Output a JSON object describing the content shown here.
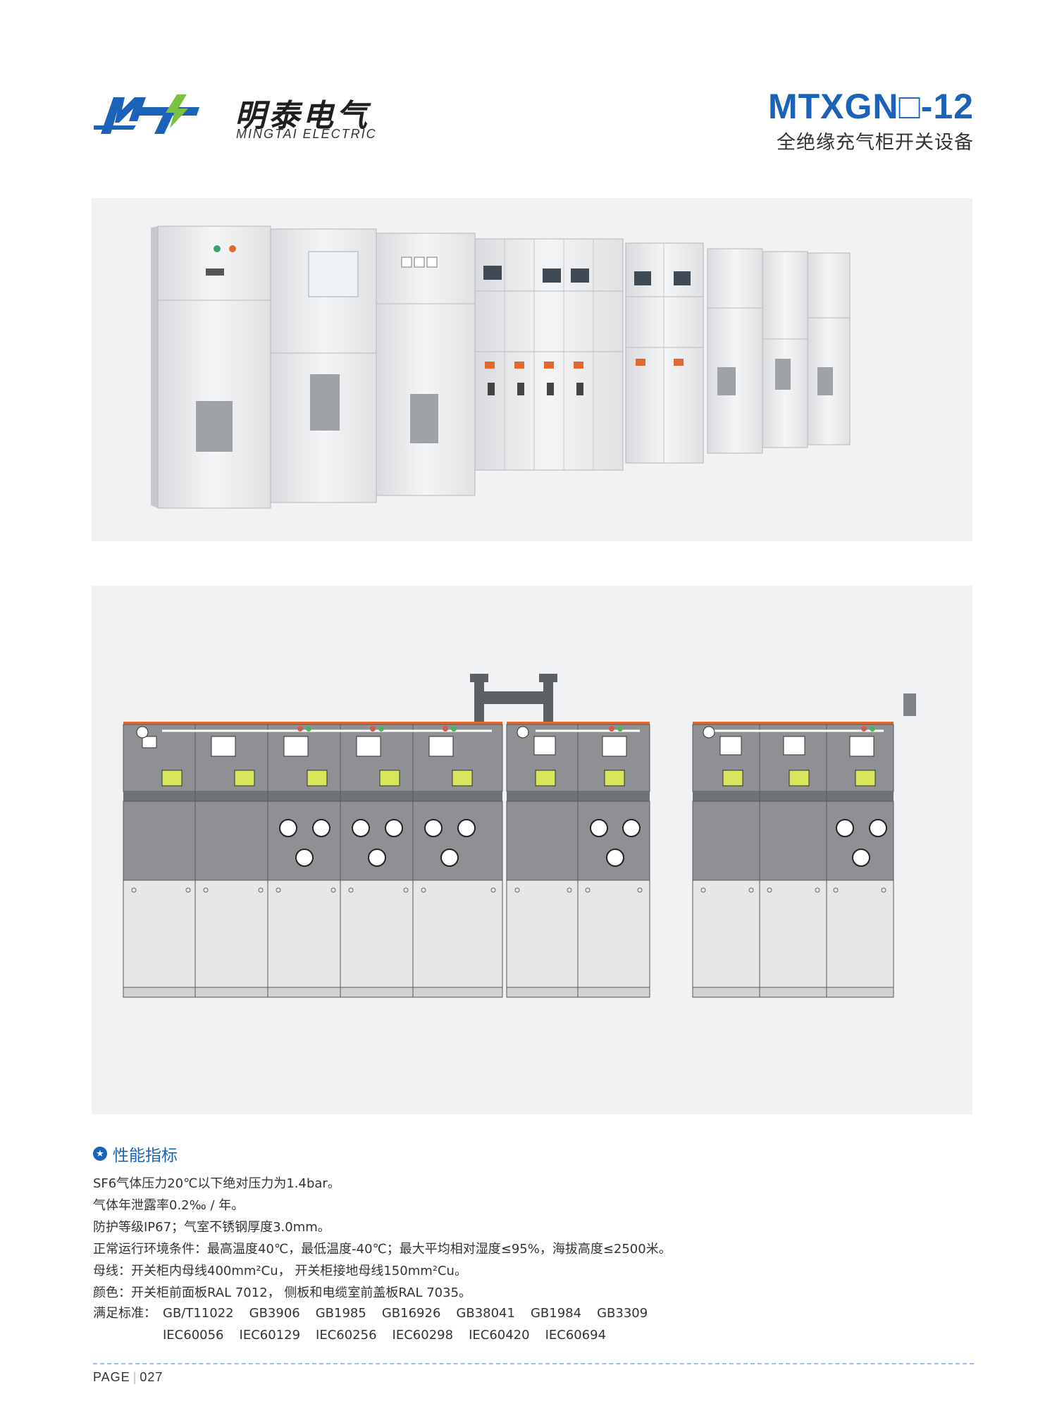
{
  "header": {
    "brand_cn": "明泰电气",
    "brand_en": "MINGTAI ELECTRIC",
    "model": "MTXGN□-12",
    "subtitle": "全绝缘充气柜开关设备"
  },
  "colors": {
    "brand_blue": "#1b63b8",
    "logo_green": "#7cc242",
    "panel_bg": "#f1f2f3",
    "cabinet_gray": "#8e9093",
    "cabinet_light": "#e6e7e9",
    "accent_orange": "#e2682e"
  },
  "spec": {
    "heading": "性能指标",
    "heading_icon": "star-icon",
    "lines": [
      "SF6气体压力20℃以下绝对压力为1.4bar。",
      "气体年泄露率0.2‰ / 年。",
      "防护等级IP67；气室不锈钢厚度3.0mm。",
      "正常运行环境条件：最高温度40℃，最低温度-40℃；最大平均相对湿度≤95%，海拔高度≤2500米。",
      "母线：开关柜内母线400mm²Cu，  开关柜接地母线150mm²Cu。",
      "颜色：开关柜前面板RAL 7012，  侧板和电缆室前盖板RAL 7035。"
    ],
    "standards_label": "满足标准：",
    "standards_row1": [
      "GB/T11022",
      "GB3906",
      "GB1985",
      "GB16926",
      "GB38041",
      "GB1984",
      "GB3309"
    ],
    "standards_row2": [
      "IEC60056",
      "IEC60129",
      "IEC60256",
      "IEC60298",
      "IEC60420",
      "IEC60694"
    ]
  },
  "footer": {
    "page_word": "PAGE",
    "page_number": "027"
  }
}
